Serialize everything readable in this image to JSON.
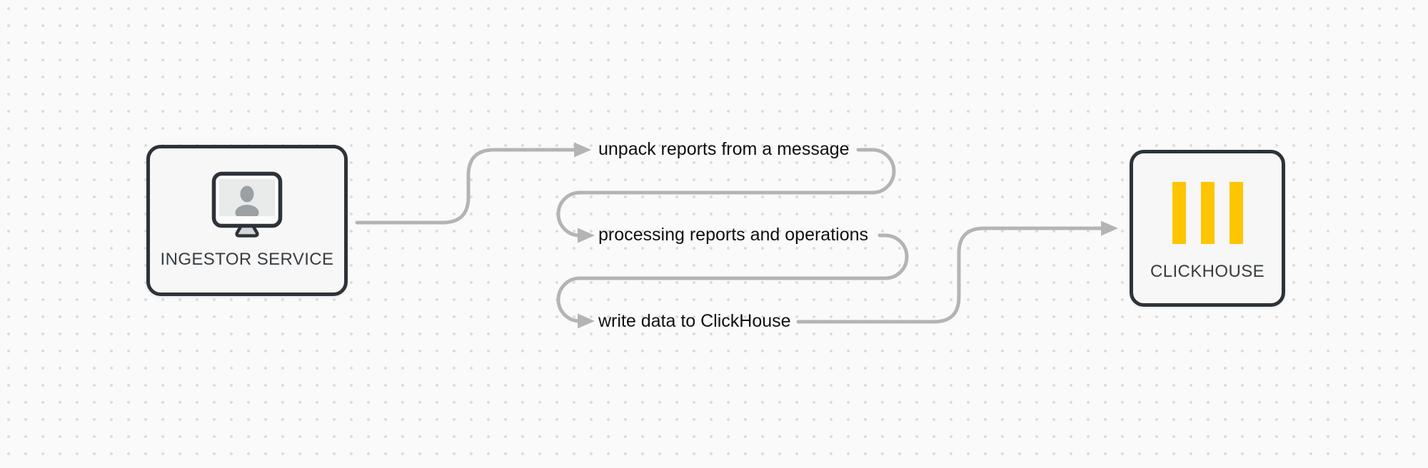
{
  "diagram": {
    "nodes": {
      "ingestor": {
        "label": "INGESTOR SERVICE",
        "icon": "user-workstation-icon"
      },
      "clickhouse": {
        "label": "CLICKHOUSE",
        "icon": "clickhouse-logo-icon"
      }
    },
    "steps": [
      {
        "label": "unpack reports from a message"
      },
      {
        "label": "processing reports and operations"
      },
      {
        "label": "write data to ClickHouse"
      }
    ],
    "flow_order": [
      "ingestor-service",
      "unpack-reports",
      "processing-reports",
      "write-data",
      "clickhouse"
    ],
    "colors": {
      "background": "#fafafa",
      "grid_dot": "#dcdcdc",
      "node_fill": "#f6f7f6",
      "node_border": "#2d3338",
      "connector": "#b4b4b4",
      "step_text": "#101010",
      "node_label_text": "#383d43",
      "clickhouse_yellow": "#fdc502",
      "monitor_screen": "#e9eaea",
      "monitor_person": "#9aa0a4",
      "monitor_stand": "#d5d7d7"
    }
  }
}
